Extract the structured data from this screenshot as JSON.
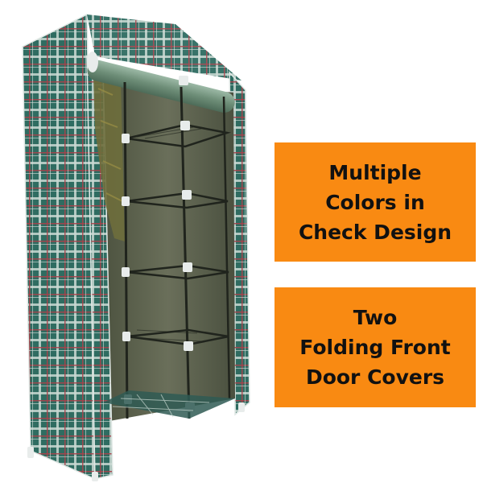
{
  "product_image": {
    "description_icon": "wardrobe-icon",
    "colors": {
      "plaid_base": "#2F6C61",
      "plaid_light": "#C9D9D2",
      "plaid_red": "#A8424A",
      "interior": "#5E6350",
      "frame": "#20241D",
      "connector": "#E8ECEB"
    }
  },
  "features": [
    {
      "lines": [
        "Multiple",
        "Colors in",
        "Check Design"
      ]
    },
    {
      "lines": [
        "Two",
        "Folding Front",
        "Door Covers"
      ]
    }
  ],
  "colors": {
    "accent": "#F98A12",
    "text": "#111111",
    "background": "#FFFFFF"
  }
}
